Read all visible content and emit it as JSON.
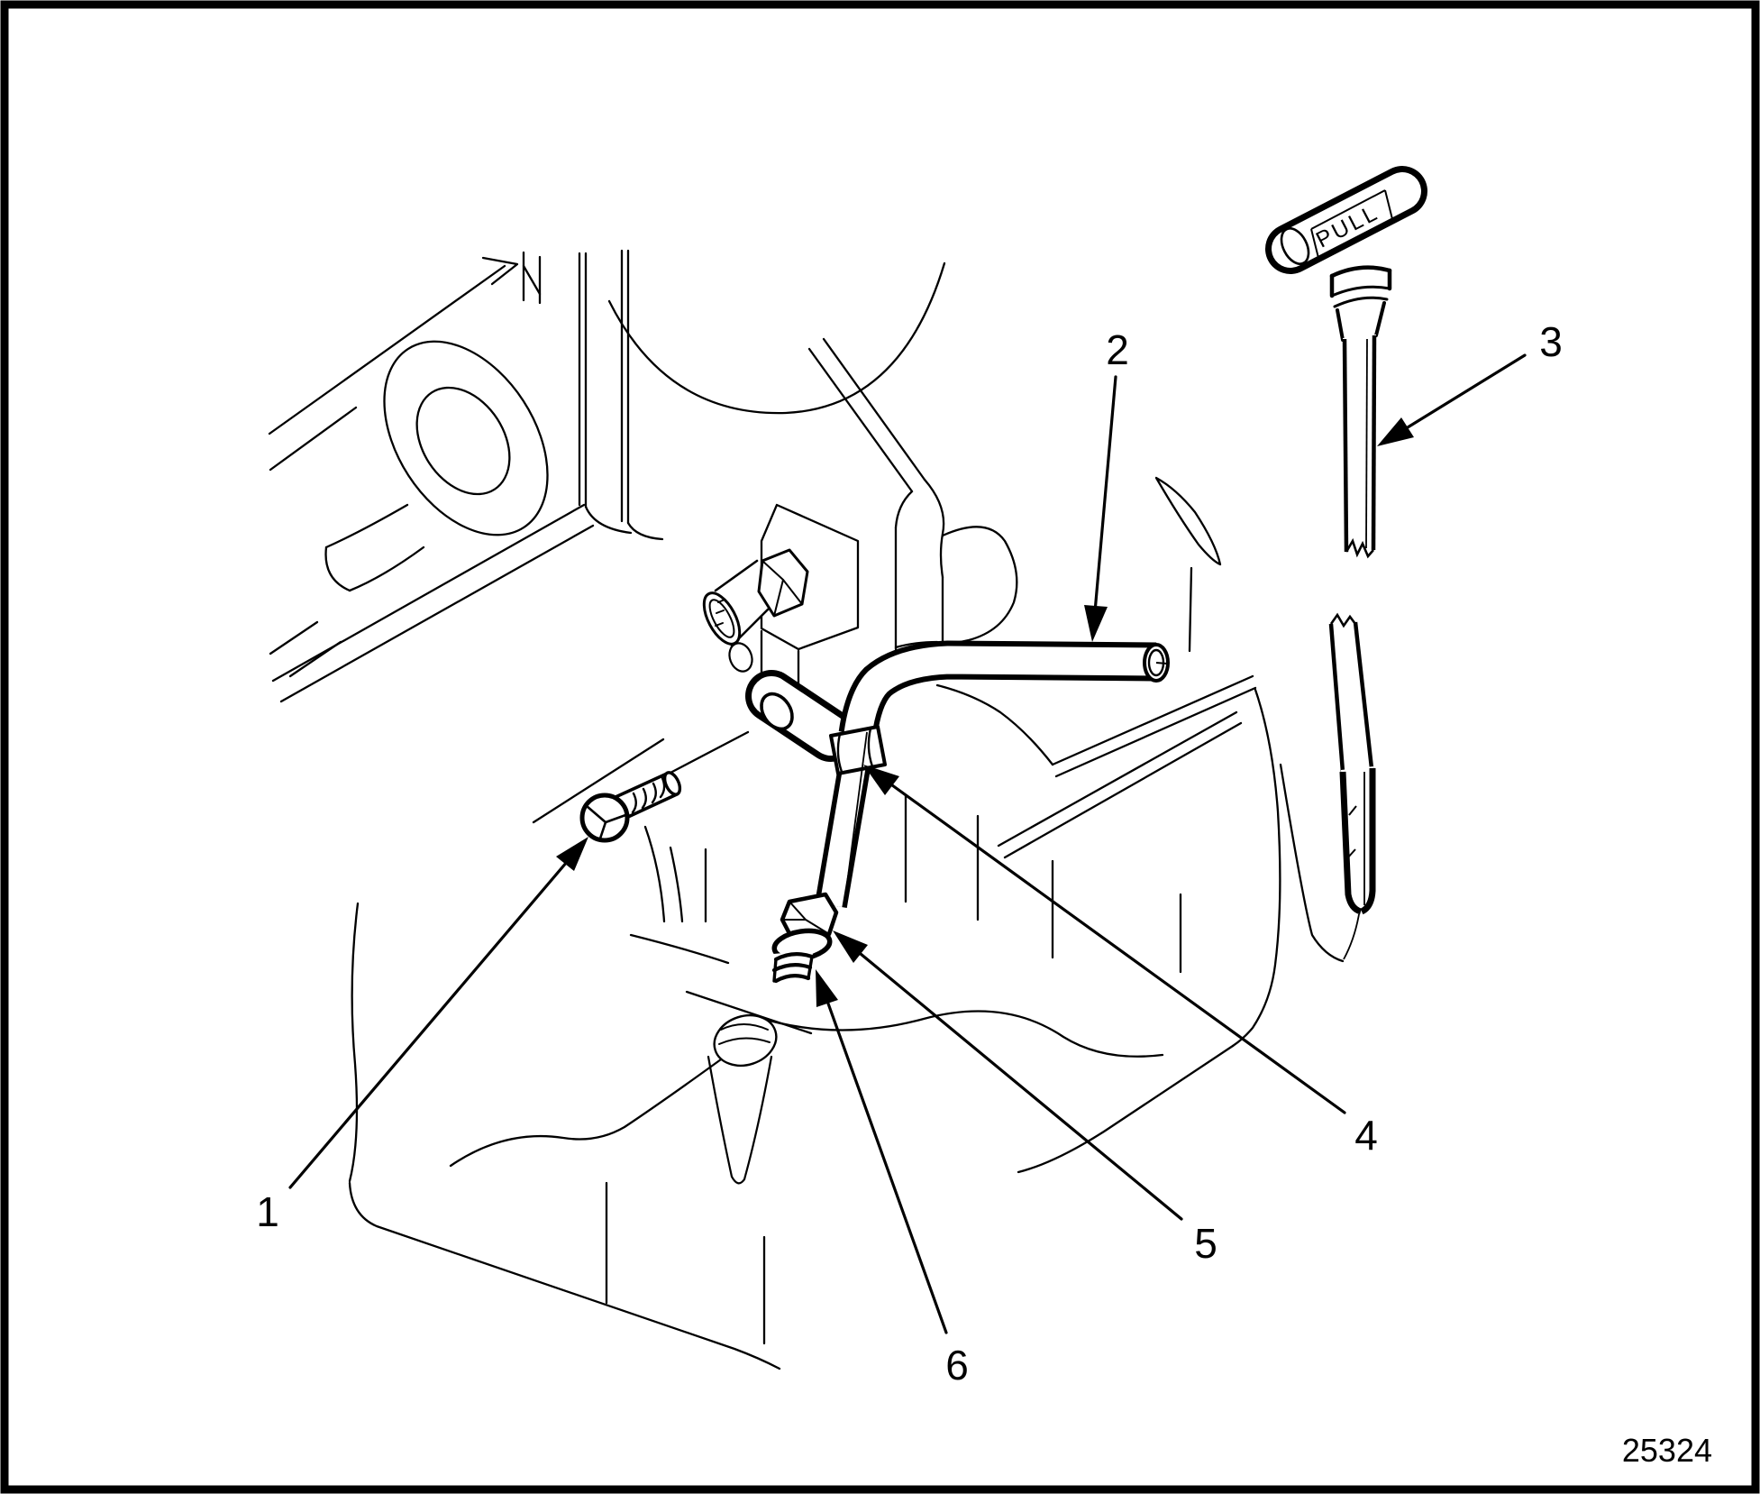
{
  "figure": {
    "number": "25324"
  },
  "dipstick": {
    "handle_label": "PULL"
  },
  "callouts": [
    {
      "label": "1"
    },
    {
      "label": "2"
    },
    {
      "label": "3"
    },
    {
      "label": "4"
    },
    {
      "label": "5"
    },
    {
      "label": "6"
    }
  ],
  "colors": {
    "ink": "#000000",
    "paper": "#ffffff"
  }
}
